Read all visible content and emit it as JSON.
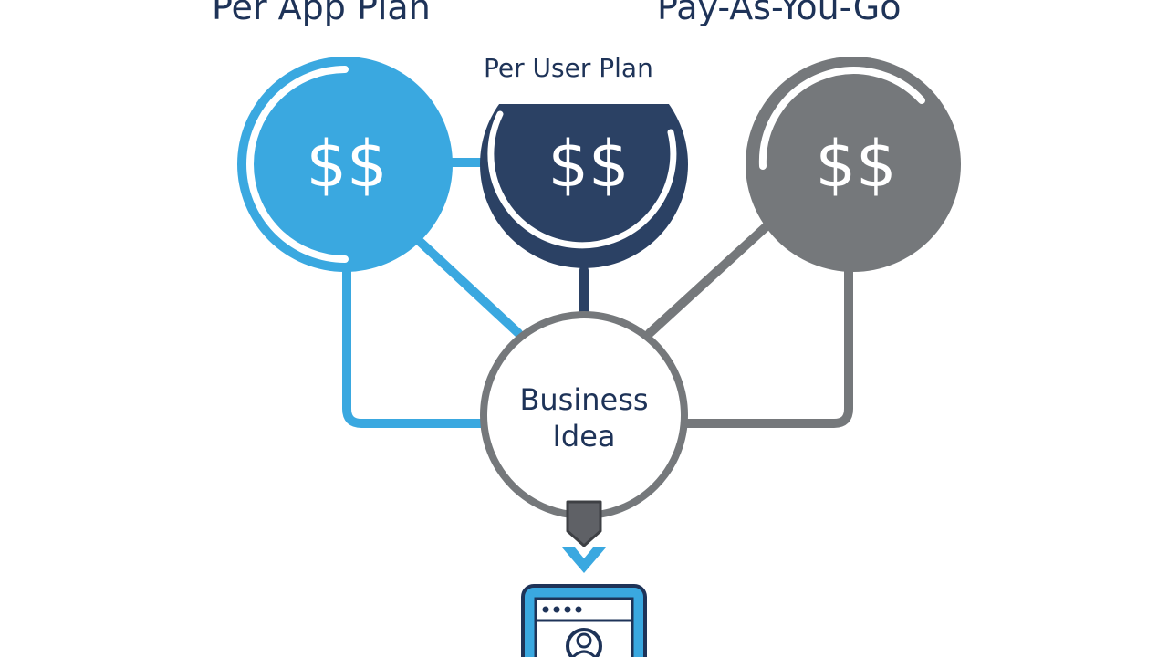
{
  "plans": {
    "per_app": {
      "label": "Per App Plan",
      "price": "$$"
    },
    "per_user": {
      "label": "Per User Plan",
      "price": "$$"
    },
    "pay_as_you_go": {
      "label": "Pay-As-You-Go",
      "price": "$$"
    }
  },
  "center": {
    "line1": "Business",
    "line2": "Idea"
  },
  "colors": {
    "per_app": "#3aa8e0",
    "per_user": "#2b4164",
    "pay_as_you_go": "#75787b",
    "center_outline": "#75787b",
    "title_text": "#1e3358"
  },
  "icons": {
    "down_arrow": "down-arrow-icon",
    "chevron": "chevron-down-icon",
    "phone": "mobile-app-icon",
    "user": "user-avatar-icon"
  }
}
